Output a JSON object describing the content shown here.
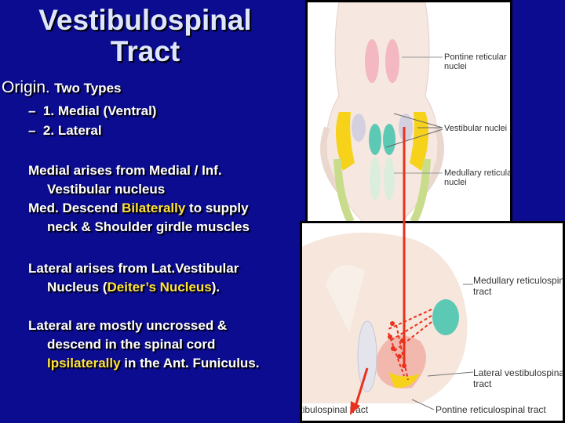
{
  "slide": {
    "title_line1": "Vestibulospinal",
    "title_line2": "Tract",
    "origin_label": "Origin",
    "origin_dot": ".",
    "origin_sub": "Two Types",
    "types": [
      {
        "dash": "–",
        "text": "1. Medial (Ventral)"
      },
      {
        "dash": "–",
        "text": "2. Lateral"
      }
    ],
    "para1": {
      "l1": "Medial arises from Medial / Inf.",
      "l2": "Vestibular nucleus",
      "l3a": "Med. Descend ",
      "l3b": "Bilaterally",
      "l3c": " to supply",
      "l4": "neck & Shoulder girdle muscles"
    },
    "para2": {
      "l1": "Lateral arises from Lat.Vestibular",
      "l2a": "Nucleus (",
      "l2b": "Deiter’s Nucleus",
      "l2c": ")."
    },
    "para3": {
      "l1": "Lateral are mostly uncrossed &",
      "l2": "descend in the spinal cord",
      "l3a": "Ipsilaterally",
      "l3b": " in the Ant. Funiculus."
    }
  },
  "figure_top": {
    "labels": {
      "pontine_1": "Pontine reticular",
      "pontine_2": "nuclei",
      "vestibular": "Vestibular nuclei",
      "medullary_1": "Medullary reticular",
      "medullary_2": "nuclei"
    }
  },
  "figure_bottom": {
    "labels": {
      "medullary_1": "Medullary reticulospinal",
      "medullary_2": "tract",
      "lateral_1": "Lateral vestibulospinal",
      "lateral_2": "tract",
      "medial": "Medial vestibulospinal tract",
      "pontine": "Pontine reticulospinal tract"
    }
  },
  "colors": {
    "background": "#0b0c8f",
    "highlight": "#ffe13a",
    "arrow": "#e8321e",
    "yellow_tract": "#f7d21a",
    "teal_nucleus": "#5cc9b5",
    "pink_tissue": "#f2b8ad"
  }
}
